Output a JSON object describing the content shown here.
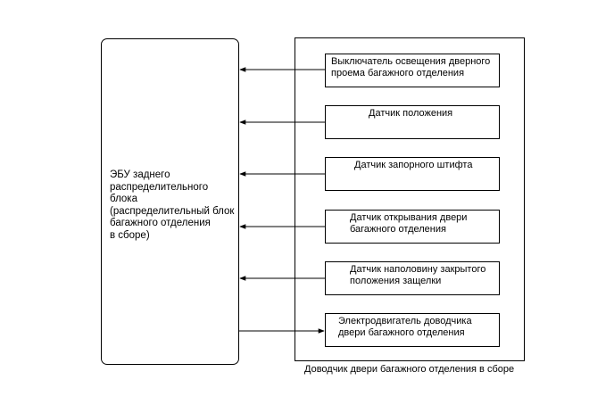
{
  "ecu": {
    "label": "ЭБУ заднего\nраспределительного блока\n(распределительный блок\nбагажного отделения\nв сборе)"
  },
  "assembly": {
    "label": "Доводчик двери багажного отделения в сборе"
  },
  "components": [
    {
      "label": "Выключатель освещения дверного\nпроема багажного отделения",
      "direction": "to-ecu"
    },
    {
      "label": "Датчик положения",
      "direction": "to-ecu"
    },
    {
      "label": "Датчик запорного штифта",
      "direction": "to-ecu"
    },
    {
      "label": "Датчик открывания двери\nбагажного отделения",
      "direction": "to-ecu"
    },
    {
      "label": "Датчик наполовину закрытого\nположения защелки",
      "direction": "to-ecu"
    },
    {
      "label": "Электродвигатель доводчика\nдвери багажного отделения",
      "direction": "to-component"
    }
  ]
}
